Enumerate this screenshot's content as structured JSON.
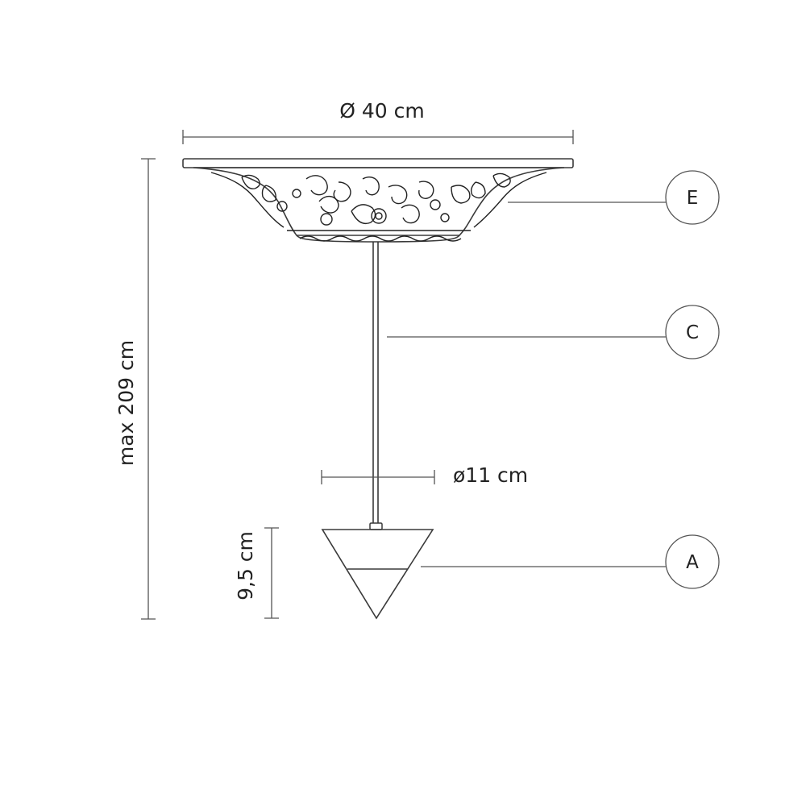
{
  "dimensions": {
    "shade_diameter": "Ø 40 cm",
    "max_height": "max 209 cm",
    "cone_diameter": "ø11 cm",
    "cone_height": "9,5 cm"
  },
  "callouts": [
    {
      "letter": "E"
    },
    {
      "letter": "C"
    },
    {
      "letter": "A"
    }
  ],
  "colors": {
    "line": "#3a3a3a",
    "text": "#222222",
    "background": "#ffffff"
  }
}
